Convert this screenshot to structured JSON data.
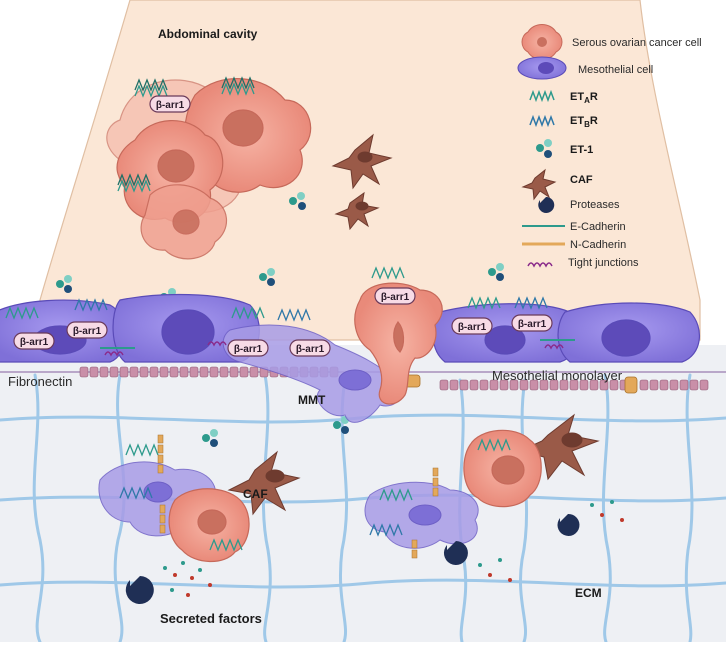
{
  "diagram": {
    "labels": {
      "abdominal_cavity": "Abdominal cavity",
      "fibronectin": "Fibronectin",
      "mesothelial_monolayer": "Mesothelial monolayer",
      "mmt": "MMT",
      "caf": "CAF",
      "ecm": "ECM",
      "secreted_factors": "Secreted factors",
      "beta_arr": "β-arr1"
    },
    "legend": [
      {
        "key": "serous",
        "text": "Serous ovarian cancer cell",
        "bold": false
      },
      {
        "key": "mesothelial",
        "text": "Mesothelial cell",
        "bold": false
      },
      {
        "key": "etar",
        "text": "ET",
        "sub": "A",
        "suffix": "R",
        "bold": true
      },
      {
        "key": "etbr",
        "text": "ET",
        "sub": "B",
        "suffix": "R",
        "bold": true
      },
      {
        "key": "et1",
        "text": "ET-1",
        "bold": true
      },
      {
        "key": "caf",
        "text": "CAF",
        "bold": true
      },
      {
        "key": "proteases",
        "text": "Proteases",
        "bold": false
      },
      {
        "key": "ecad",
        "text": "E-Cadherin",
        "bold": false
      },
      {
        "key": "ncad",
        "text": "N-Cadherin",
        "bold": false
      },
      {
        "key": "tj",
        "text": "Tight junctions",
        "bold": false
      }
    ],
    "colors": {
      "cavity": "#fbe7d6",
      "tissue": "#eef0f4",
      "mesothelial": "#8c7ee0",
      "tumor": "#ee8f80",
      "caf": "#9a5a48",
      "receptor_a": "#2d9a8c",
      "receptor_b": "#2f78a8",
      "ecm_fiber": "#9fc8e8",
      "protease": "#1f2f55"
    }
  }
}
